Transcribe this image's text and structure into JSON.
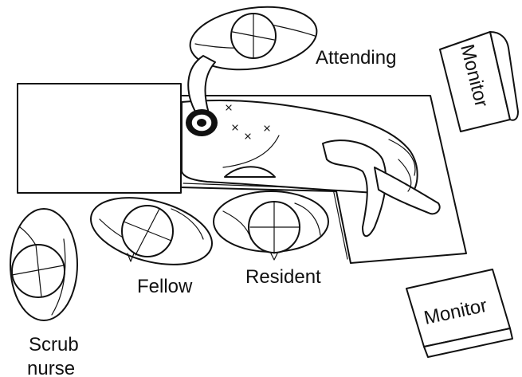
{
  "labels": {
    "attending": "Attending",
    "fellow": "Fellow",
    "resident": "Resident",
    "scrub_line1": "Scrub",
    "scrub_line2": "nurse",
    "monitor_top": "Monitor",
    "monitor_bottom": "Monitor"
  },
  "colors": {
    "ink": "#111111",
    "paper": "#ffffff"
  },
  "icons": {
    "port_marks": "x-mark-icon",
    "laparoscope": "camera-scope-icon"
  }
}
